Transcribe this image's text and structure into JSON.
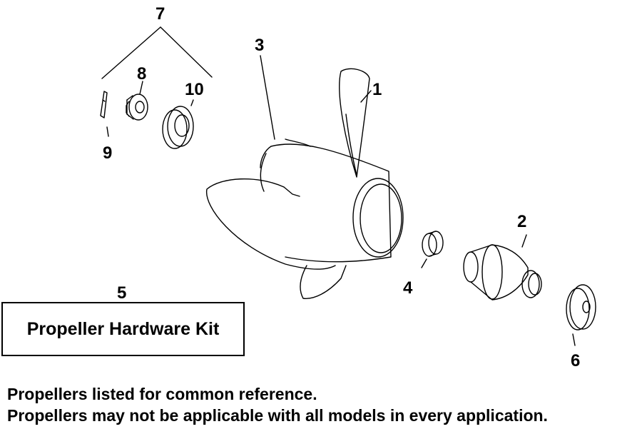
{
  "callouts": {
    "c1": "1",
    "c2": "2",
    "c3": "3",
    "c4": "4",
    "c5": "5",
    "c6": "6",
    "c7": "7",
    "c8": "8",
    "c9": "9",
    "c10": "10"
  },
  "kit": {
    "label": "Propeller Hardware Kit"
  },
  "notes": [
    "Propellers listed for common reference.",
    "Propellers may not be applicable with all models in every application."
  ]
}
